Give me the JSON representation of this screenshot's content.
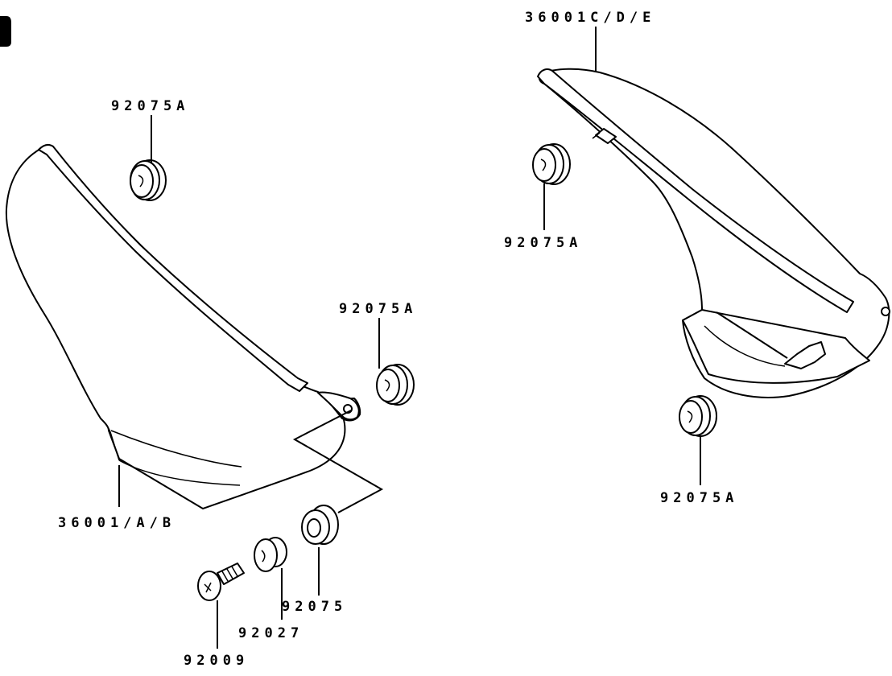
{
  "labels": {
    "cover_left": "36001/A/B",
    "cover_right": "36001C/D/E",
    "grommet_top_left": "92075A",
    "grommet_mid_left": "92075A",
    "grommet_right_upper": "92075A",
    "grommet_right_lower": "92075A",
    "grommet_plain": "92075",
    "collar": "92027",
    "bolt": "92009"
  },
  "icons": {
    "corner_mark": "rounded-corner-mark-icon"
  }
}
